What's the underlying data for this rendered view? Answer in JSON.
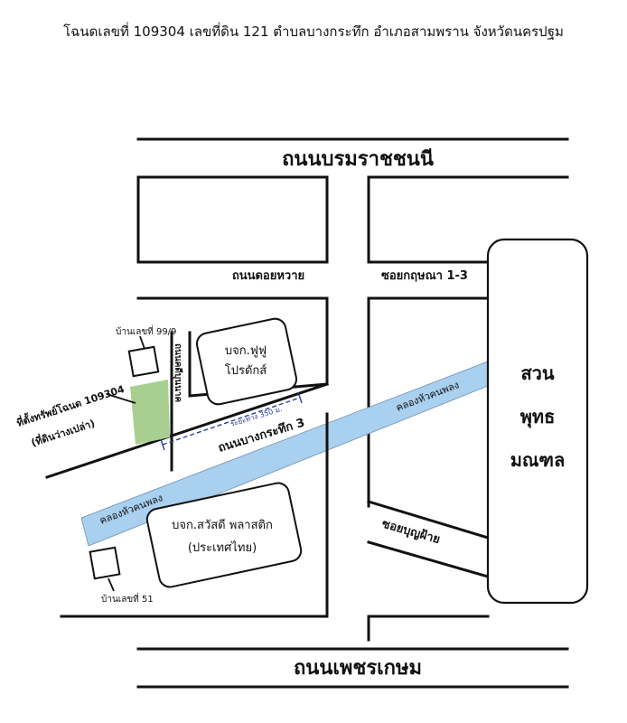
{
  "header": {
    "caption": "โฉนดเลขที่ 109304 เลขที่ดิน 121 ตำบลบางกระทึก อำเภอสามพราน จังหวัดนครปฐม"
  },
  "roads": {
    "top_main": "ถนนบรมราชชนนี",
    "bottom_main": "ถนนเพชรเกษม",
    "doi_hwai": "ถนนดอยหวาย",
    "krit_sana": "ซอยกฤษณา 1-3",
    "bang_krathuek": "ถนนบางกระทึก 3",
    "kradi_bunnak": "ถนนคดีบุนนาค",
    "bun_fai": "ซอยบุญฝ้าย"
  },
  "canal": {
    "label_left": "คลองหัวคนพลง",
    "label_right": "คลองหัวคนพลง",
    "color": "#a9d0ee"
  },
  "places": {
    "park": [
      "สวน",
      "พุทธ",
      "มณฑล"
    ],
    "factory_top": [
      "บจก.ฟูฟู",
      "โปรดักส์"
    ],
    "factory_bottom": [
      "บจก.สวัสดี พลาสติก",
      "(ประเทศไทย)"
    ],
    "house_top": "บ้านเลขที่ 99/9",
    "house_bottom": "บ้านเลขที่ 51"
  },
  "property": {
    "label_line1": "ที่ตั้งทรัพย์โฉนด 109304",
    "label_line2": "(ที่ดินว่างเปล่า)",
    "color": "#a8cf8f"
  },
  "distance": {
    "label": "ระยะทาง 350 ม."
  }
}
